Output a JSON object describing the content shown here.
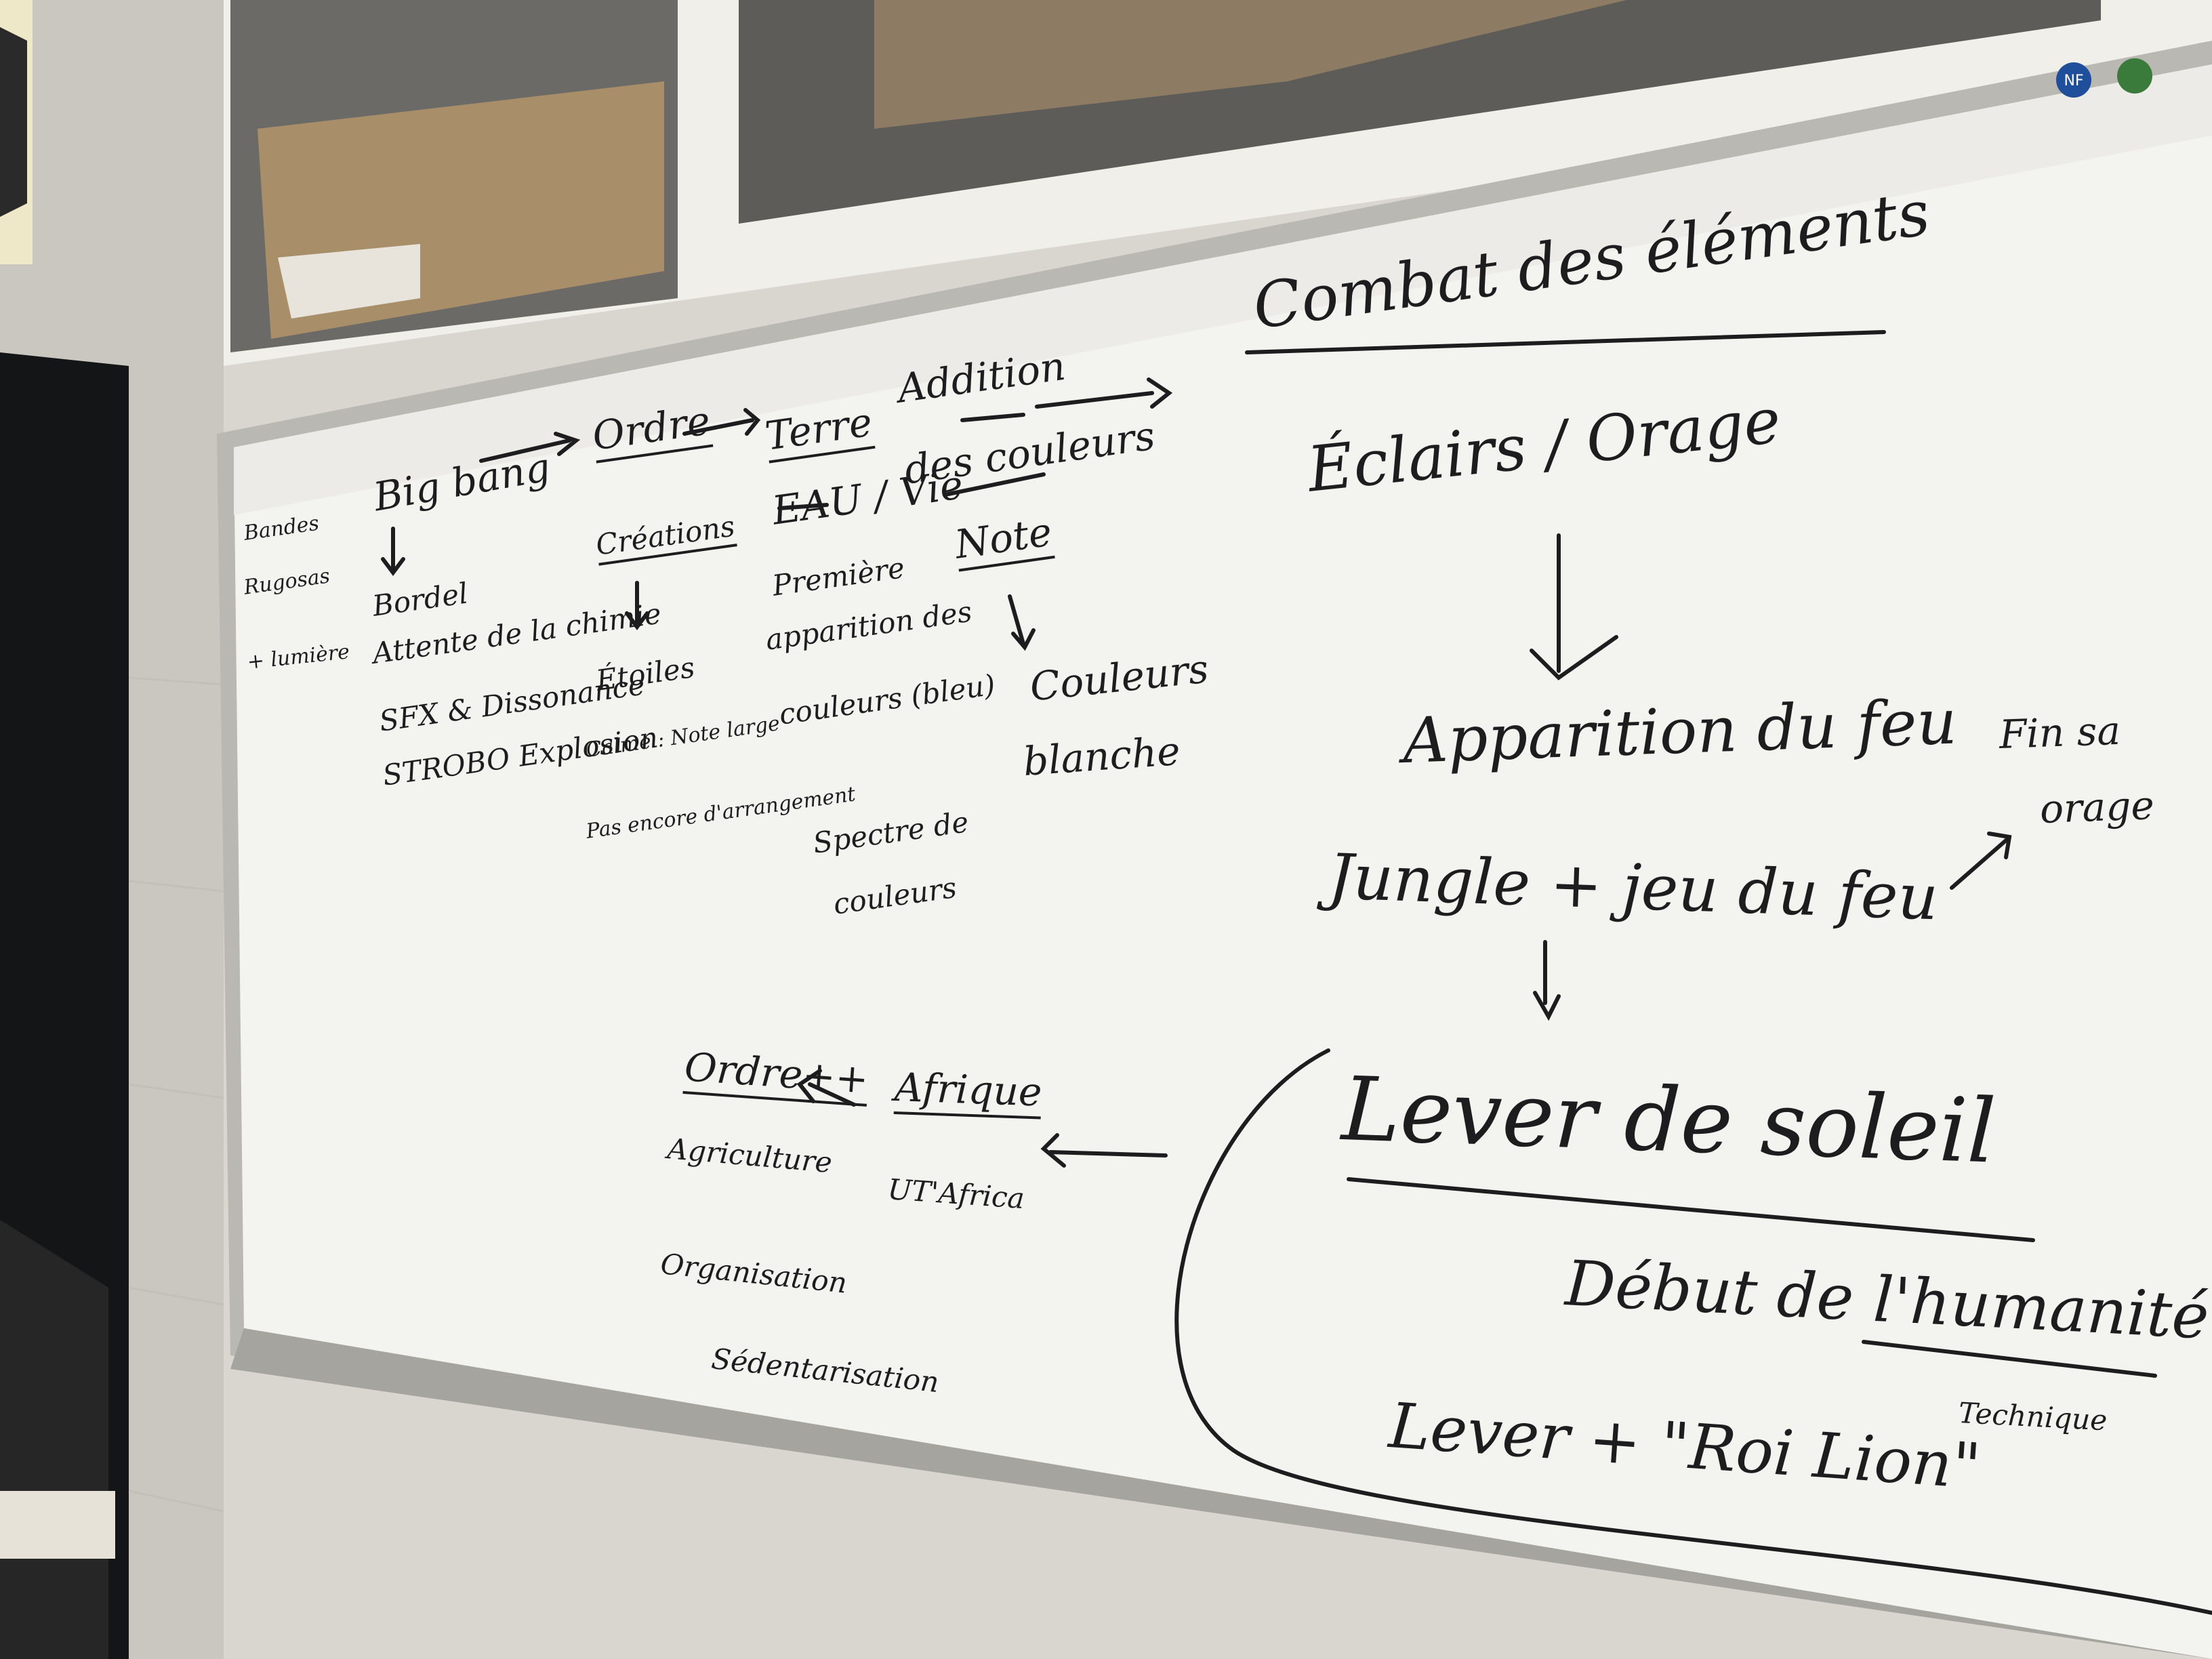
{
  "board": {
    "top_left": {
      "big_bang": "Big bang",
      "ordre": "Ordre",
      "terre": "Terre",
      "addition_line1": "Addition",
      "addition_line2": "des couleurs",
      "combat": "Combat des éléments"
    },
    "margin_notes": [
      "Bandes",
      "Rugosas",
      "+ lumière"
    ],
    "column_big_bang": [
      "Bordel",
      "Attente de la chimie",
      "SFX & Dissonance",
      "STROBO Explosion"
    ],
    "column_ordre": [
      "Créations",
      "Étoiles",
      "Calme : Note large",
      "Pas encore d'arrangement"
    ],
    "column_terre": [
      "EAU / Vie",
      "Première",
      "apparition des",
      "couleurs (bleu)",
      "Spectre de",
      "couleurs"
    ],
    "column_addition": [
      "Note",
      "Couleurs",
      "blanche"
    ],
    "right_column": {
      "eclairs": "Éclairs / Orage",
      "apparition": "Apparition du feu",
      "jungle": "Jungle + jeu du feu",
      "fin_line1": "Fin sa",
      "fin_line2": "orage",
      "lever": "Lever de soleil",
      "debut": "Début de l'humanité",
      "technique": "Technique",
      "bottom": "Lever + \"Roi Lion\""
    },
    "bottom_left": {
      "afrique": "Afrique",
      "ut_africa": "UT'Africa",
      "ordre2": "Ordre++",
      "agriculture": "Agriculture",
      "organisation": "Organisation",
      "sedentarisation": "Sédentarisation"
    }
  },
  "labels": {
    "nf_badge": "NF"
  },
  "colors": {
    "ink": "#1d1d1f",
    "board": "#f3f3f0",
    "wall": "#dedcd6",
    "frame": "#b7b7b2"
  }
}
